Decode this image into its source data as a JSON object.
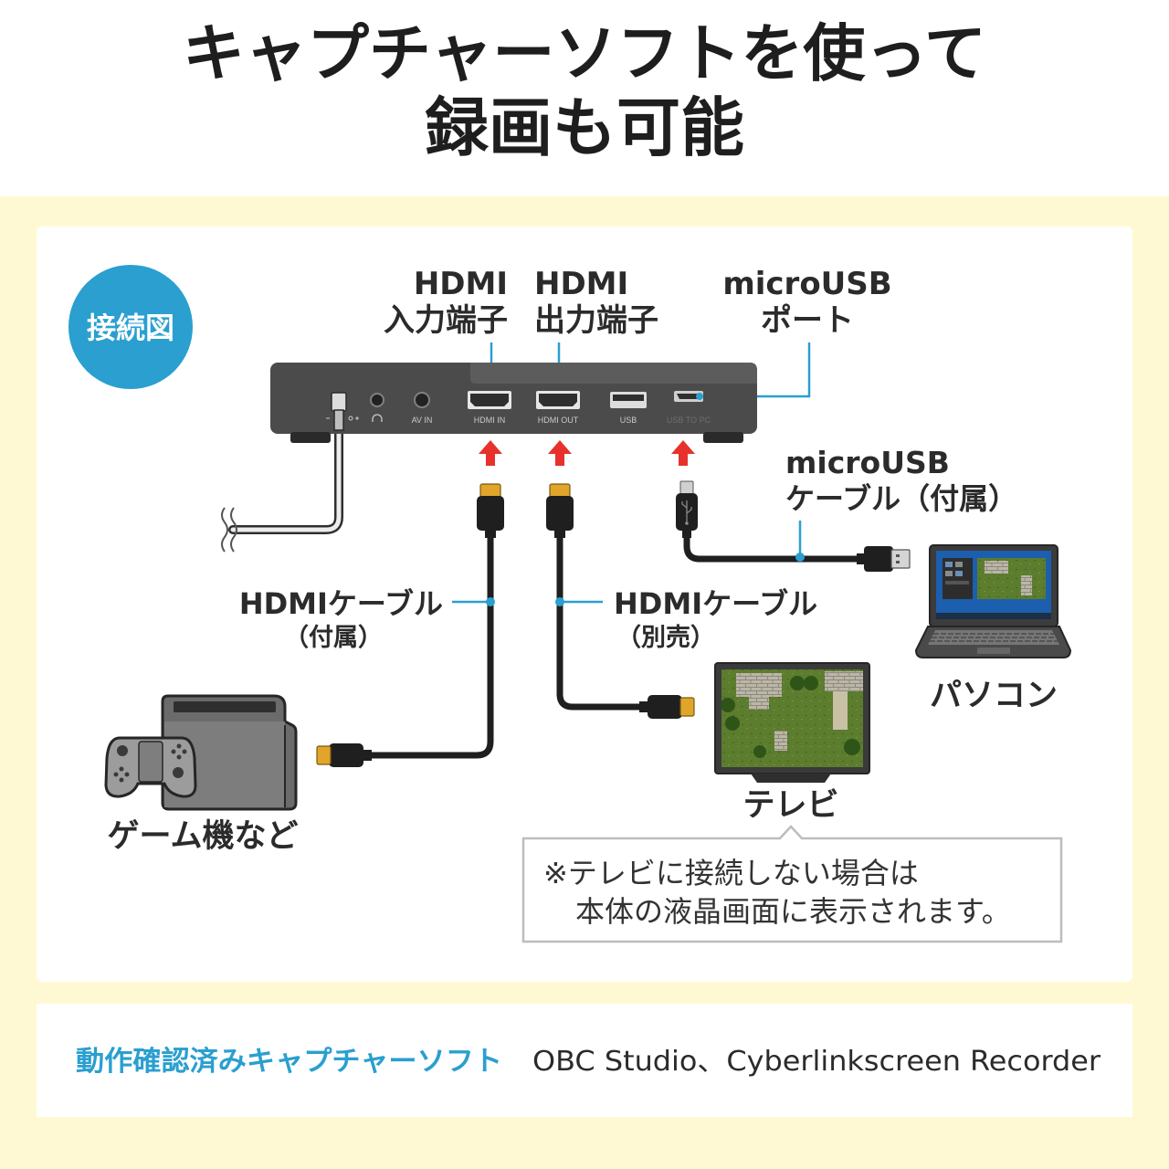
{
  "title": {
    "line1": "キャプチャーソフトを使って",
    "line2": "録画も可能"
  },
  "badge": "接続図",
  "device": {
    "hdmi_in_label": {
      "line1": "HDMI",
      "line2": "入力端子"
    },
    "hdmi_out_label": {
      "line1": "HDMI",
      "line2": "出力端子"
    },
    "microusb_label": {
      "line1": "microUSB",
      "line2": "ポート"
    },
    "ports": {
      "av_in": "AV IN",
      "hdmi_in": "HDMI IN",
      "hdmi_out": "HDMI OUT",
      "usb": "USB",
      "usb_to_pc": "USB TO PC"
    },
    "port_icons": [
      "dc-in-icon",
      "headphone-icon"
    ]
  },
  "cables": {
    "hdmi_included": {
      "name": "HDMIケーブル",
      "note": "（付属）"
    },
    "hdmi_separate": {
      "name": "HDMIケーブル",
      "note": "（別売）"
    },
    "microusb": {
      "line1": "microUSB",
      "line2": "ケーブル（付属）"
    }
  },
  "devices": {
    "pc": "パソコン",
    "tv": "テレビ",
    "game": "ゲーム機など"
  },
  "note": {
    "line1": "※テレビに接続しない場合は",
    "line2": "本体の液晶画面に表示されます。"
  },
  "footer": {
    "label": "動作確認済みキャプチャーソフト",
    "software": "OBC Studio、Cyberlinkscreen Recorder"
  },
  "icons": [
    "arrow-up-icon",
    "usb-icon",
    "laptop-icon",
    "tv-icon",
    "game-console-icon"
  ],
  "colors": {
    "accent": "#2a9fd0",
    "background": "#fef9d2",
    "arrow": "#e6322b",
    "panel": "#ffffff"
  }
}
